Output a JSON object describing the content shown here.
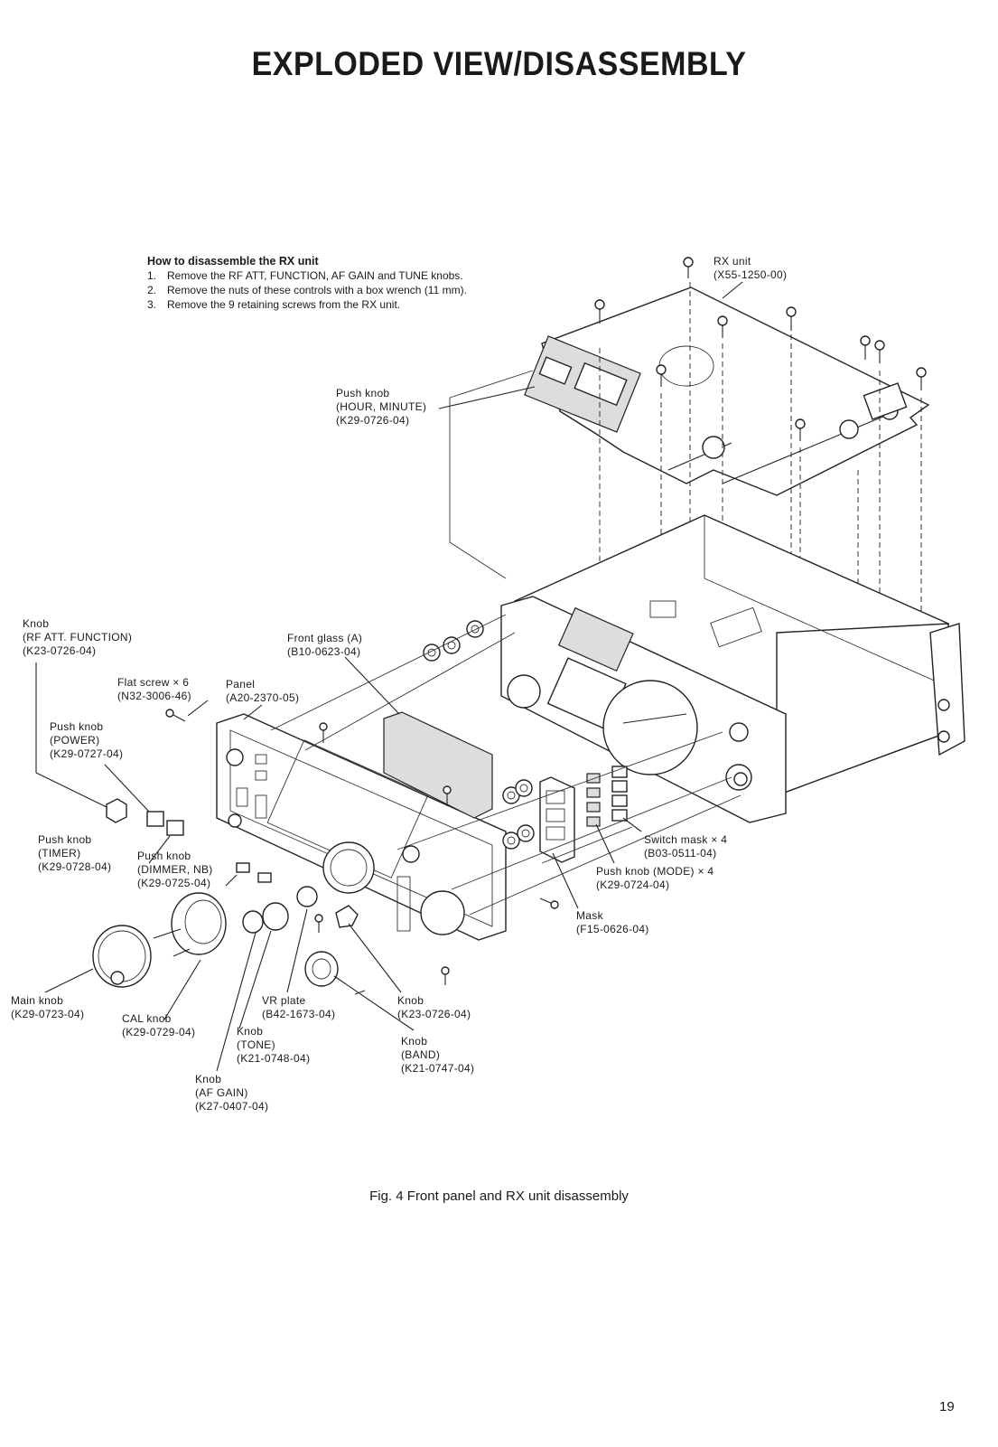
{
  "page": {
    "title": "EXPLODED VIEW/DISASSEMBLY",
    "caption": "Fig. 4 Front panel and RX unit disassembly",
    "page_number": "19"
  },
  "instructions": {
    "heading": "How to disassemble the RX unit",
    "steps": [
      {
        "num": "1.",
        "text": "Remove the RF ATT, FUNCTION, AF GAIN and TUNE knobs."
      },
      {
        "num": "2.",
        "text": "Remove the nuts of these controls with a box wrench (11 mm)."
      },
      {
        "num": "3.",
        "text": "Remove the 9 retaining screws from the RX unit."
      }
    ]
  },
  "labels": {
    "rx_unit": [
      "RX unit",
      "(X55-1250-00)"
    ],
    "push_knob_hour": [
      "Push knob",
      "(HOUR, MINUTE)",
      "(K29-0726-04)"
    ],
    "knob_rf_att": [
      "Knob",
      "(RF ATT. FUNCTION)",
      "(K23-0726-04)"
    ],
    "front_glass": [
      "Front glass (A)",
      "(B10-0623-04)"
    ],
    "flat_screw": [
      "Flat screw × 6",
      "(N32-3006-46)"
    ],
    "panel": [
      "Panel",
      "(A20-2370-05)"
    ],
    "push_knob_power": [
      "Push knob",
      "(POWER)",
      "(K29-0727-04)"
    ],
    "push_knob_timer": [
      "Push knob",
      "(TIMER)",
      "(K29-0728-04)"
    ],
    "push_knob_dimmer": [
      "Push knob",
      "(DIMMER, NB)",
      "(K29-0725-04)"
    ],
    "switch_mask": [
      "Switch mask × 4",
      "(B03-0511-04)"
    ],
    "push_knob_mode": [
      "Push knob (MODE) × 4",
      "(K29-0724-04)"
    ],
    "mask": [
      "Mask",
      "(F15-0626-04)"
    ],
    "main_knob": [
      "Main knob",
      "(K29-0723-04)"
    ],
    "cal_knob": [
      "CAL knob",
      "(K29-0729-04)"
    ],
    "vr_plate": [
      "VR plate",
      "(B42-1673-04)"
    ],
    "knob_k23": [
      "Knob",
      "(K23-0726-04)"
    ],
    "knob_tone": [
      "Knob",
      "(TONE)",
      "(K21-0748-04)"
    ],
    "knob_band": [
      "Knob",
      "(BAND)",
      "(K21-0747-04)"
    ],
    "knob_af_gain": [
      "Knob",
      "(AF GAIN)",
      "(K27-0407-04)"
    ]
  }
}
